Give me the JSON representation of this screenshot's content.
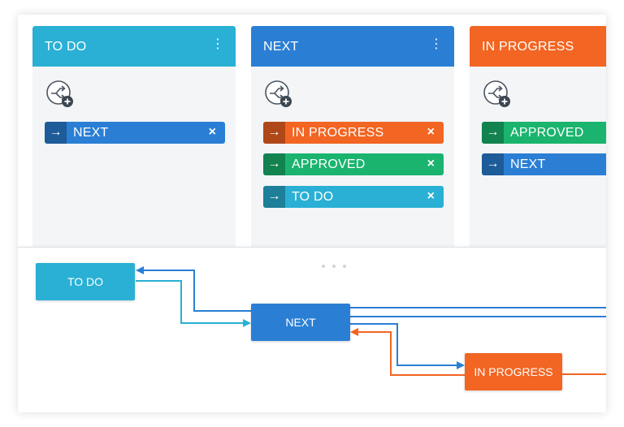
{
  "colors": {
    "todo": "#29b0d4",
    "next": "#2a7fd4",
    "in_progress": "#f26522",
    "approved": "#1ab46e",
    "column_bg": "#f3f5f7"
  },
  "board": {
    "columns": [
      {
        "title": "TO DO",
        "menu_icon": "vertical-dots-icon",
        "has_menu": true,
        "add_icon": "add-transition-icon",
        "transitions": [
          {
            "label": "NEXT",
            "color": "next",
            "arrow": "→",
            "remove": "×"
          }
        ]
      },
      {
        "title": "NEXT",
        "menu_icon": "vertical-dots-icon",
        "has_menu": true,
        "add_icon": "add-transition-icon",
        "transitions": [
          {
            "label": "IN PROGRESS",
            "color": "in_progress",
            "arrow": "→",
            "remove": "×"
          },
          {
            "label": "APPROVED",
            "color": "approved",
            "arrow": "→",
            "remove": "×"
          },
          {
            "label": "TO DO",
            "color": "todo",
            "arrow": "→",
            "remove": "×"
          }
        ]
      },
      {
        "title": "IN PROGRESS",
        "has_menu": false,
        "add_icon": "add-transition-icon",
        "transitions": [
          {
            "label": "APPROVED",
            "color": "approved",
            "arrow": "→",
            "remove": "×"
          },
          {
            "label": "NEXT",
            "color": "next",
            "arrow": "→",
            "remove": "×"
          }
        ]
      }
    ]
  },
  "diagram": {
    "grip_icon": "drag-handle-icon",
    "nodes": [
      {
        "id": "todo",
        "label": "TO DO",
        "color": "todo"
      },
      {
        "id": "next",
        "label": "NEXT",
        "color": "next"
      },
      {
        "id": "in_progress",
        "label": "IN PROGRESS",
        "color": "in_progress"
      }
    ]
  }
}
